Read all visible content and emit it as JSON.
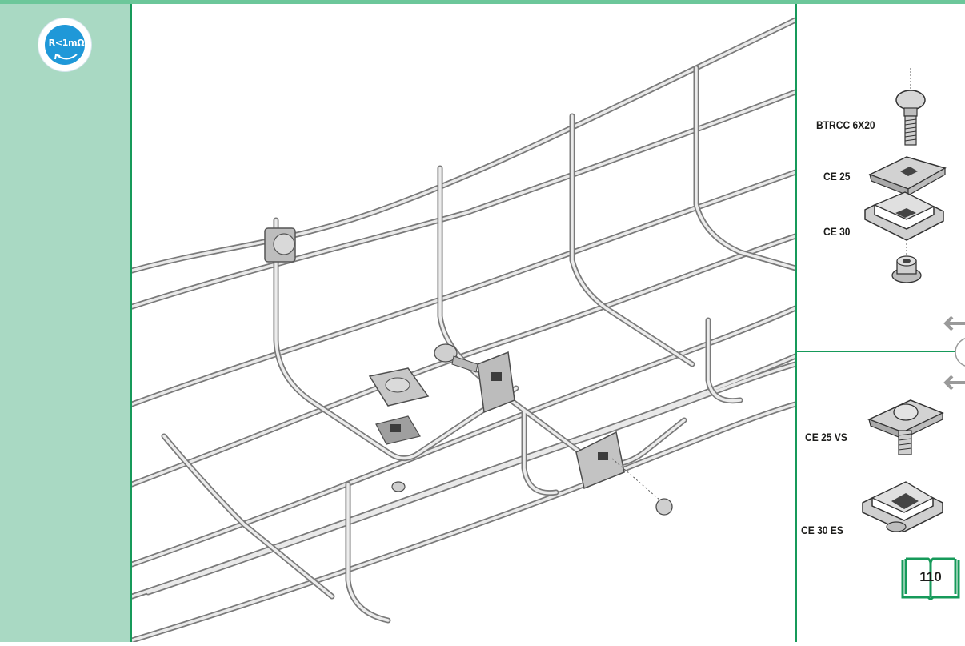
{
  "badge": {
    "text": "R<1mΩ",
    "icon": "earthing-continuity-icon",
    "colors": {
      "fill": "#1f98d8",
      "ring": "#ffffff"
    }
  },
  "illustration": {
    "subject": "wire-mesh-cable-tray-with-coupler-assembly",
    "icon": "cable-tray-assembly-illustration"
  },
  "parts": {
    "bolt": {
      "label": "BTRCC 6X20",
      "icon": "carriage-bolt-icon"
    },
    "clip_25": {
      "label": "CE 25",
      "icon": "coupler-plate-icon"
    },
    "clip_30": {
      "label": "CE 30",
      "icon": "coupler-clip-icon"
    },
    "nut": {
      "icon": "flange-nut-icon"
    },
    "clip_25_vs": {
      "label": "CE 25 VS",
      "icon": "coupler-plate-with-screw-icon"
    },
    "clip_30_es": {
      "label": "CE 30 ES",
      "icon": "quick-coupler-clip-icon"
    }
  },
  "navigation": {
    "icons": [
      "arrow-left-icon",
      "circle-icon",
      "arrow-left-icon"
    ]
  },
  "page_reference": {
    "number": "110",
    "icon": "open-book-icon"
  },
  "colors": {
    "sidebar_bg": "#a9d9c3",
    "border_green": "#169a5a",
    "top_band": "#6cc79a",
    "label_text": "#1d1d1b",
    "arrow_grey": "#9a9a9a"
  }
}
